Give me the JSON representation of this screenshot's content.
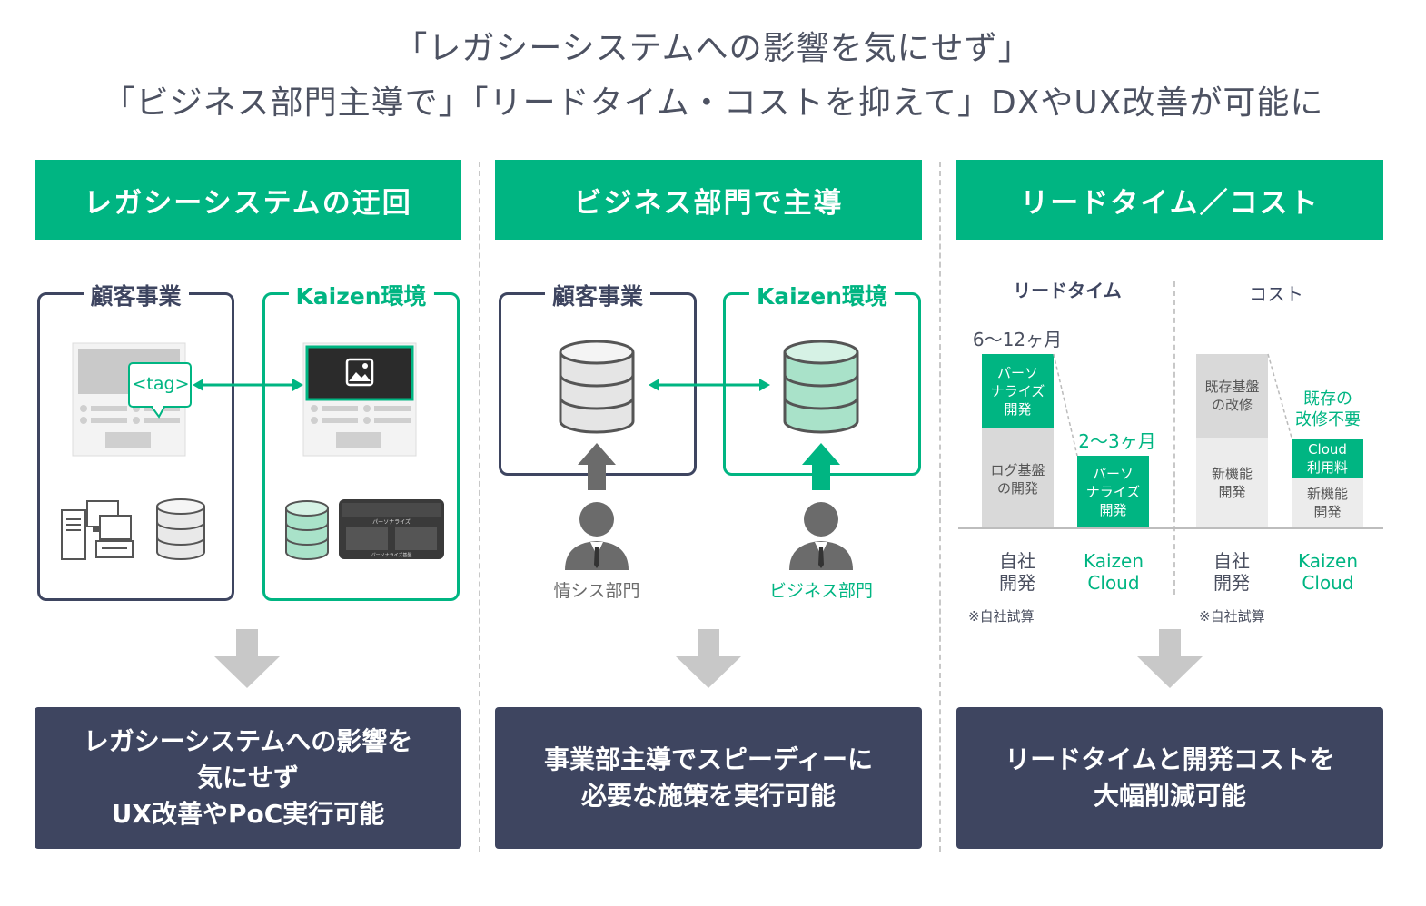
{
  "title": {
    "line1": "「レガシーシステムへの影響を気にせず」",
    "line2": "「ビジネス部門主導で」「リードタイム・コストを抑えて」DXやUX改善が可能に"
  },
  "colors": {
    "green": "#00b582",
    "navy": "#3e4560",
    "gray": "#d4d4d4",
    "arrow": "#c8c8c8"
  },
  "columns": [
    {
      "header": "レガシーシステムの迂回",
      "left_box": "顧客事業",
      "right_box": "Kaizen環境",
      "tag_text": "<tag>",
      "mini_text": "パーソナライズ",
      "mini_text2": "パーソナライズ基盤",
      "result_lines": [
        "レガシーシステムへの影響を",
        "気にせず",
        "UX改善やPoC実行可能"
      ]
    },
    {
      "header": "ビジネス部門で主導",
      "left_box": "顧客事業",
      "right_box": "Kaizen環境",
      "left_person": "情シス部門",
      "right_person": "ビジネス部門",
      "result_lines": [
        "事業部主導でスピーディーに",
        "必要な施策を実行可能"
      ]
    },
    {
      "header": "リードタイム／コスト",
      "leadtime_title": "リードタイム",
      "cost_title": "コスト",
      "leadtime_in_house_total": "6〜12ヶ月",
      "leadtime_kaizen_total": "2〜3ヶ月",
      "bars": {
        "lt_inhouse_top": "パーソ\nナライズ\n開発",
        "lt_inhouse_bottom": "ログ基盤\nの開発",
        "lt_kaizen": "パーソ\nナライズ\n開発",
        "cost_inhouse_top": "既存基盤\nの改修",
        "cost_inhouse_bottom": "新機能\n開発",
        "cost_kaizen_note": "既存の\n改修不要",
        "cost_kaizen_top": "Cloud\n利用料",
        "cost_kaizen_bottom": "新機能\n開発"
      },
      "x_labels": [
        "自社\n開発",
        "Kaizen\nCloud",
        "自社\n開発",
        "Kaizen\nCloud"
      ],
      "footnote": "※自社試算",
      "result_lines": [
        "リードタイムと開発コストを",
        "大幅削減可能"
      ]
    }
  ]
}
